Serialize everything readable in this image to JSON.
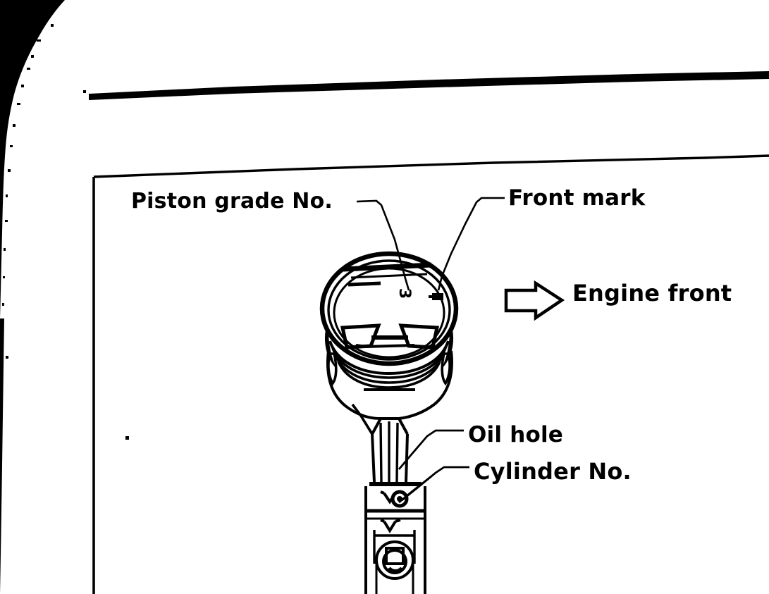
{
  "figure": {
    "title_text": "",
    "background_color": "#ffffff",
    "ink_color": "#000000",
    "page_artifact": "scan-edge-shadow-left"
  },
  "labels": {
    "piston_grade": "Piston grade No.",
    "front_mark": "Front mark",
    "engine_front": "Engine front",
    "oil_hole": "Oil hole",
    "cylinder_no": "Cylinder No."
  },
  "markings": {
    "piston_grade_value": "3"
  },
  "icons": {
    "direction_arrow": "arrow-right-outline"
  },
  "callouts": [
    {
      "name": "piston-grade-no",
      "label": "Piston grade No.",
      "leader": "elbow-right-down"
    },
    {
      "name": "front-mark",
      "label": "Front mark",
      "leader": "elbow-left-down"
    },
    {
      "name": "oil-hole",
      "label": "Oil hole",
      "leader": "elbow-left-down"
    },
    {
      "name": "cylinder-no",
      "label": "Cylinder No.",
      "leader": "elbow-left-down"
    }
  ]
}
